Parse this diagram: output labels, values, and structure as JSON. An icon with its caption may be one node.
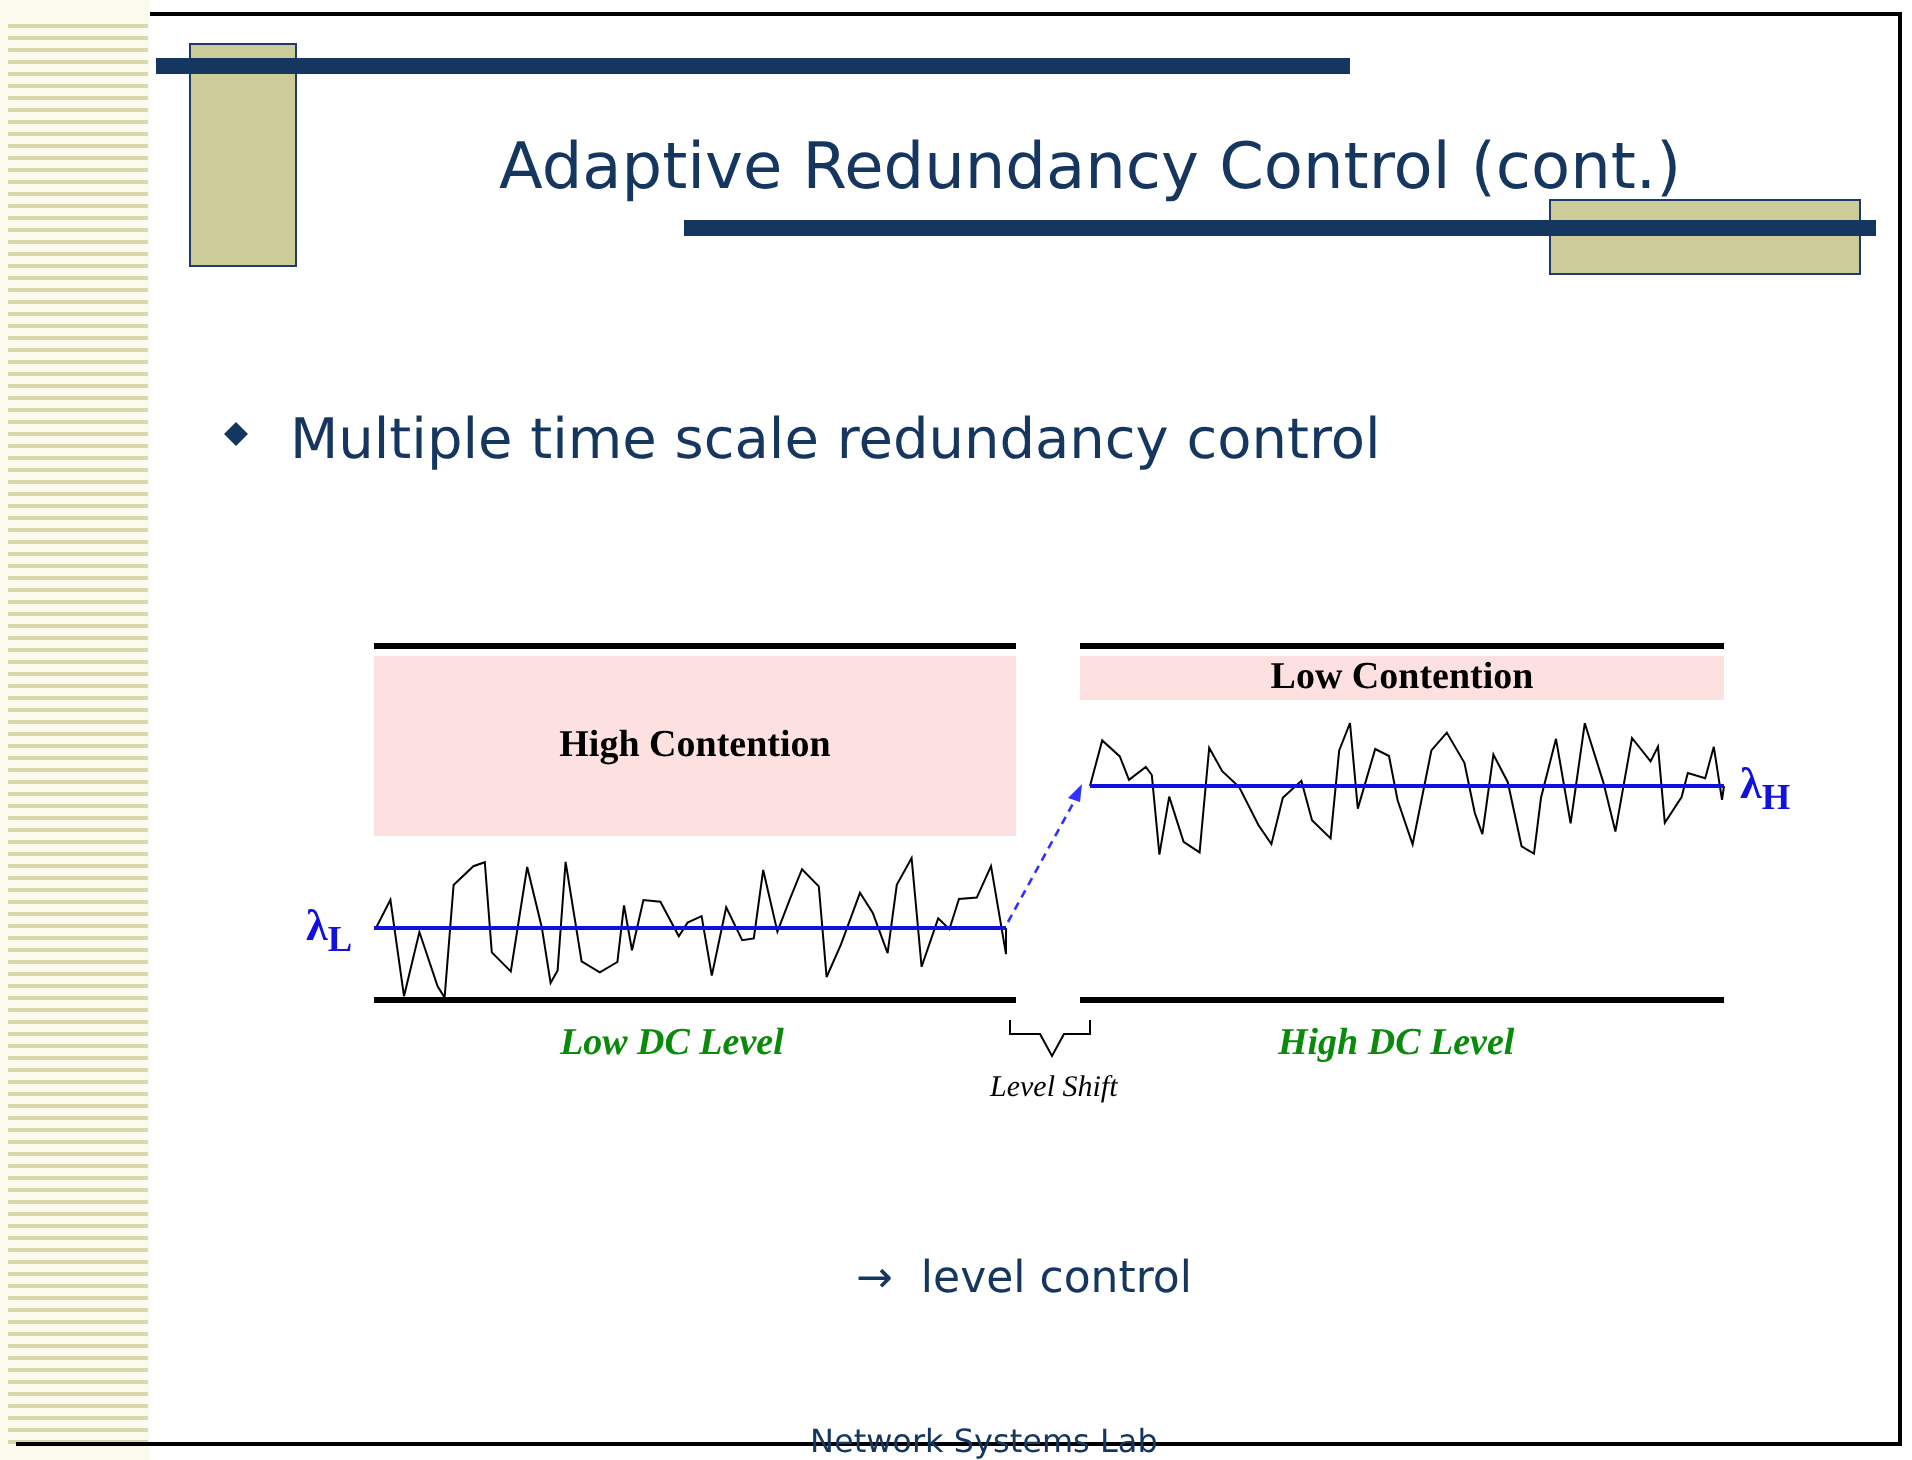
{
  "diagram": {
    "title": "Adaptive Redundancy Control (cont.)",
    "nodes": [
      {
        "text": [
          "High Contention"
        ]
      },
      {
        "text": [
          "Low Contention"
        ]
      }
    ],
    "edges": [],
    "labels": [
      "Multiple time scale redundancy control",
      "λ$_{L}$",
      "λ$_{H}$",
      "Low DC Level",
      "Level Shift",
      "High DC Level",
      "→  level control",
      "Network Systems Lab"
    ]
  }
}
